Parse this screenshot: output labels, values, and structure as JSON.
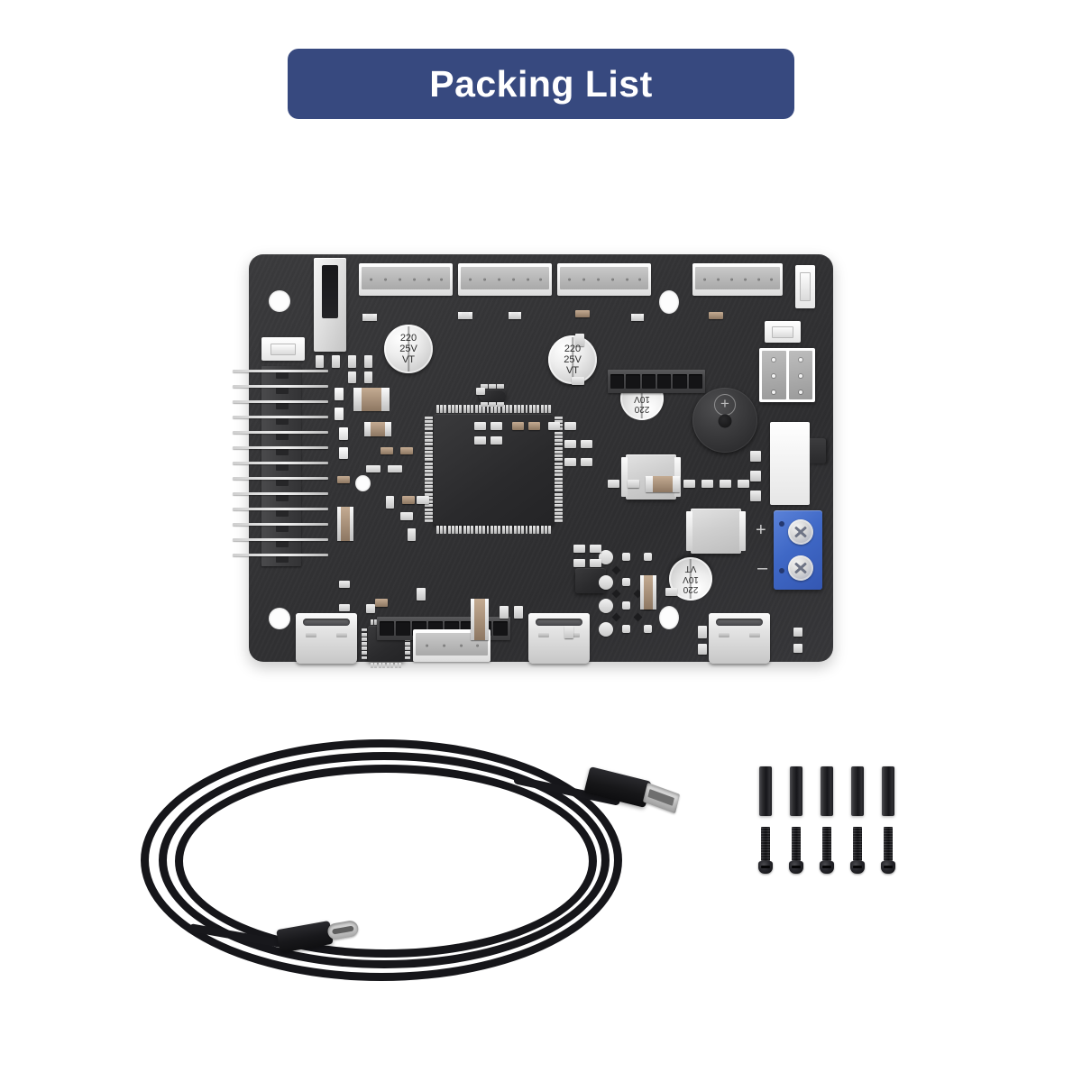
{
  "page": {
    "background_color": "#ffffff",
    "title_banner": {
      "label": "Packing List",
      "background_color": "#37497f",
      "text_color": "#ffffff"
    }
  },
  "items": [
    {
      "id": "controller-board",
      "name": "Controller PCB",
      "board_color": "#343436",
      "markings": {
        "capacitors": [
          {
            "value": "220",
            "voltage": "25V",
            "brand": "VT",
            "orientation": "upright"
          },
          {
            "value": "220",
            "voltage": "25V",
            "brand": "VT",
            "orientation": "upright"
          },
          {
            "value": "220",
            "voltage": "10V",
            "brand": "VT",
            "orientation": "inverted"
          },
          {
            "value": "220",
            "voltage": "10V",
            "brand": "VT",
            "orientation": "inverted"
          }
        ],
        "terminal_block": {
          "color": "#3f68c6",
          "positive_label": "+",
          "negative_label": "–",
          "screws": 2
        },
        "buzzer_polarity": "⊕"
      },
      "connectors": {
        "top_white_headers": 4,
        "top_white_header_pins": 6,
        "left_pin_header_pins": 13,
        "usb_c_ports": 3,
        "bottom_black_header_pins": 8,
        "bottom_white_connector_pins": 4,
        "mounting_holes": 5
      }
    },
    {
      "id": "usb-cable",
      "name": "USB-A to USB-C Cable",
      "color": "#16161a",
      "ends": [
        "USB-A",
        "USB-C"
      ],
      "coils": 3
    },
    {
      "id": "standoffs",
      "name": "Standoffs",
      "color": "#16161a",
      "quantity": 5
    },
    {
      "id": "screws",
      "name": "Screws",
      "color": "#16161a",
      "quantity": 5
    }
  ]
}
